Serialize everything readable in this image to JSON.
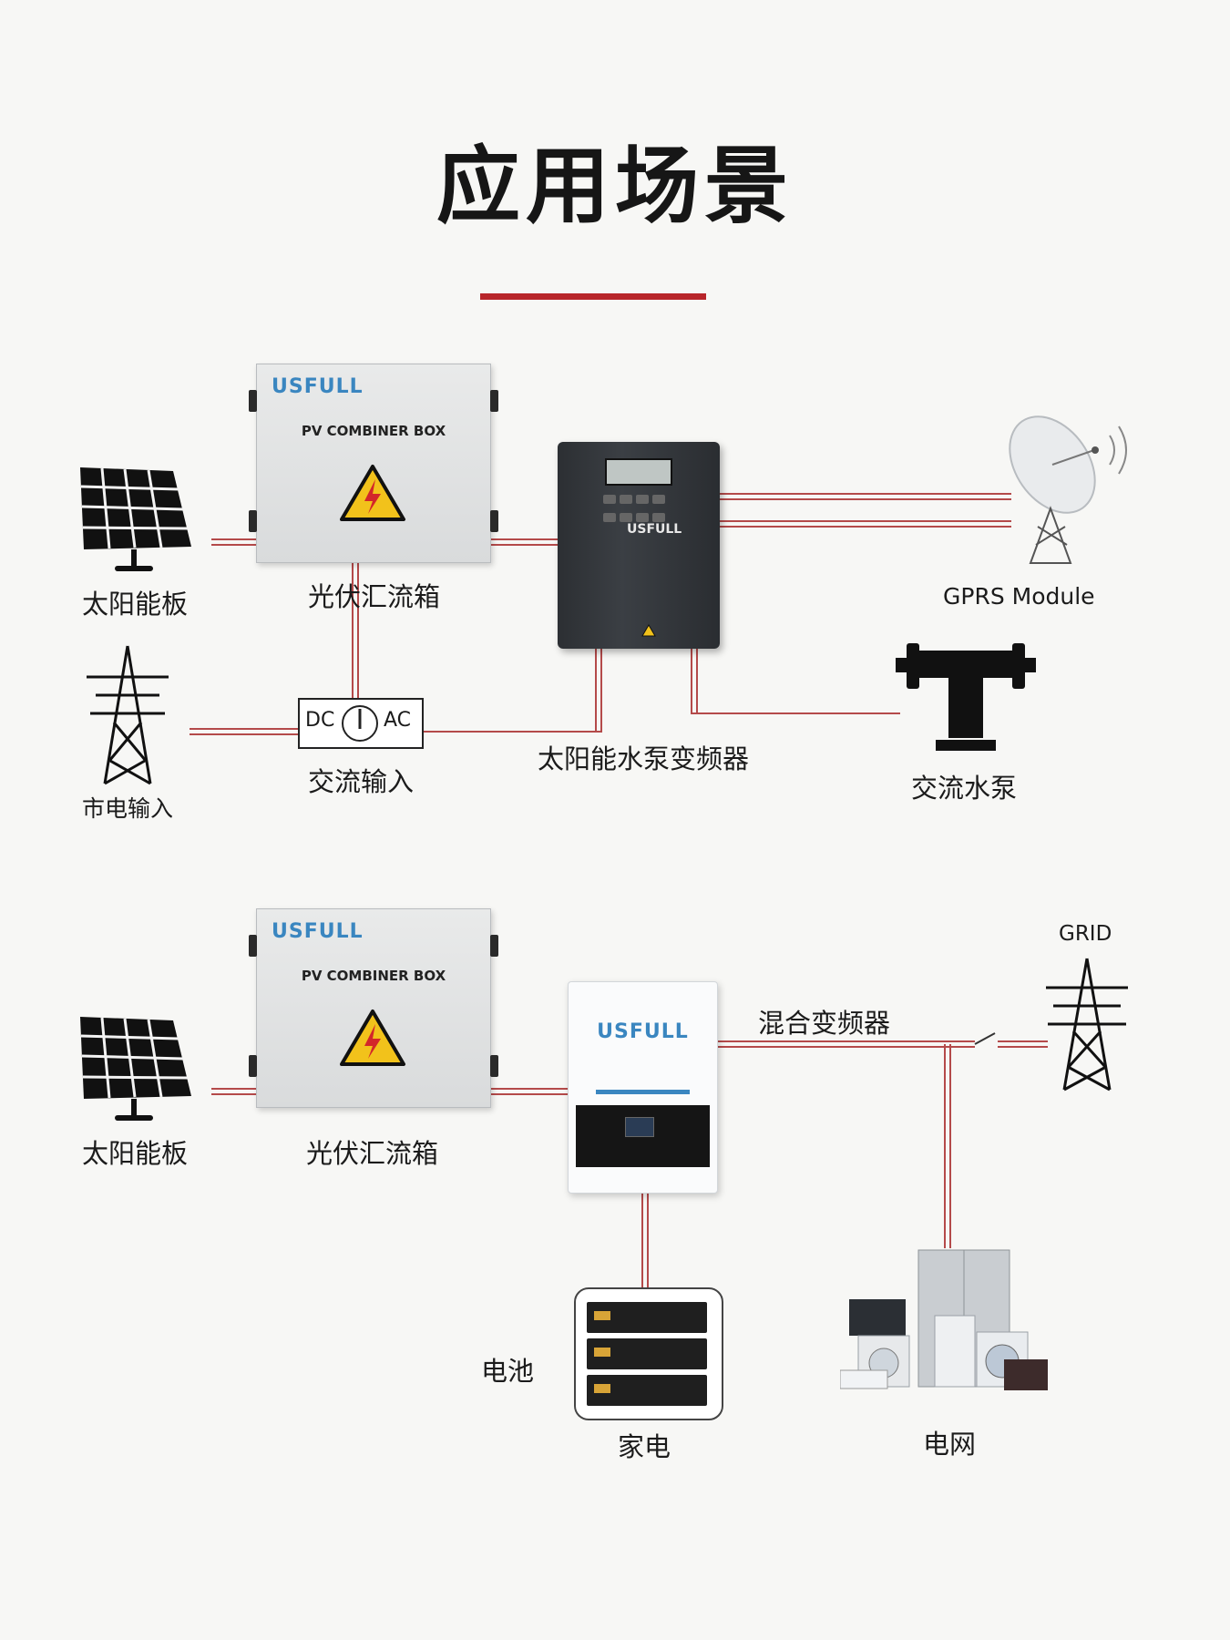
{
  "title": "应用场景",
  "accent_color": "#b8252a",
  "brand_color": "#3a86c0",
  "wire_color": "#b44a4a",
  "scenario_top": {
    "solar_panel_label": "太阳能板",
    "combiner_box": {
      "brand": "USFULL",
      "model": "PV COMBINER BOX",
      "label": "光伏汇流箱"
    },
    "inverter": {
      "brand": "USFULL",
      "label": "太阳能水泵变频器"
    },
    "gprs_label": "GPRS Module",
    "switch": {
      "left": "DC",
      "right": "AC",
      "label": "交流输入"
    },
    "grid_tower_label": "市电输入",
    "pump_label": "交流水泵"
  },
  "scenario_bottom": {
    "solar_panel_label": "太阳能板",
    "combiner_box": {
      "brand": "USFULL",
      "model": "PV COMBINER BOX",
      "label": "光伏汇流箱"
    },
    "hybrid_inverter": {
      "brand": "USFULL",
      "label": "混合变频器"
    },
    "grid_label": "GRID",
    "battery_label": "电池",
    "battery_caption": "家电",
    "appliances_label": "电网"
  }
}
